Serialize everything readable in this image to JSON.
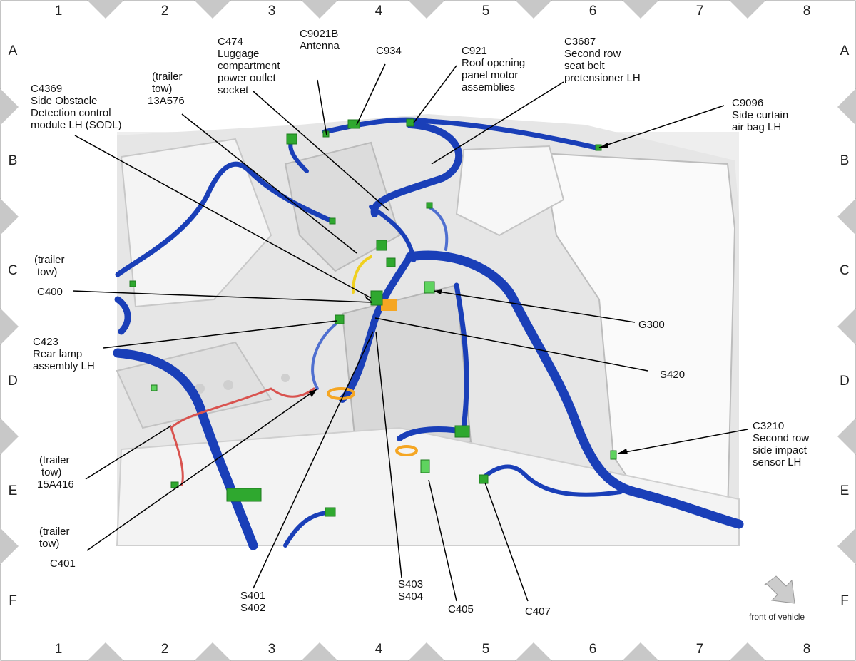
{
  "grid": {
    "columns": [
      "1",
      "2",
      "3",
      "4",
      "5",
      "6",
      "7",
      "8"
    ],
    "rows": [
      "A",
      "B",
      "C",
      "D",
      "E",
      "F"
    ]
  },
  "callouts": {
    "c4369": [
      "C4369",
      "Side Obstacle",
      "Detection control",
      "module LH (SODL)"
    ],
    "t13a576": [
      "(trailer",
      "tow)",
      "13A576"
    ],
    "c474": [
      "C474",
      "Luggage",
      "compartment",
      "power outlet",
      "socket"
    ],
    "c9021b": [
      "C9021B",
      "Antenna"
    ],
    "c934": [
      "C934"
    ],
    "c921": [
      "C921",
      "Roof opening",
      "panel motor",
      "assemblies"
    ],
    "c3687": [
      "C3687",
      "Second row",
      "seat belt",
      "pretensioner LH"
    ],
    "c9096": [
      "C9096",
      "Side curtain",
      "air bag LH"
    ],
    "trailer_c": [
      "(trailer",
      "tow)"
    ],
    "c400": [
      "C400"
    ],
    "c423": [
      "C423",
      "Rear lamp",
      "assembly LH"
    ],
    "t15a416": [
      "(trailer",
      "tow)",
      "15A416"
    ],
    "trailer_e": [
      "(trailer",
      "tow)"
    ],
    "c401": [
      "C401"
    ],
    "g300": [
      "G300"
    ],
    "s420": [
      "S420"
    ],
    "c3210": [
      "C3210",
      "Second row",
      "side impact",
      "sensor LH"
    ],
    "s401": [
      "S401",
      "S402"
    ],
    "s403": [
      "S403",
      "S404"
    ],
    "c405": [
      "C405"
    ],
    "c407": [
      "C407"
    ]
  },
  "direction_label": "front of vehicle",
  "colors": {
    "harness": "#1a3fb8",
    "harness_light": "#4f6fd0",
    "connector": "#2fa82f",
    "connector_light": "#5fd35f",
    "pigtail_yellow": "#f0d020",
    "clip_orange": "#f5a623",
    "wire_red": "#d9534f",
    "body_grey": "#d4d4d4",
    "grid_marker": "#c8c8c8"
  }
}
